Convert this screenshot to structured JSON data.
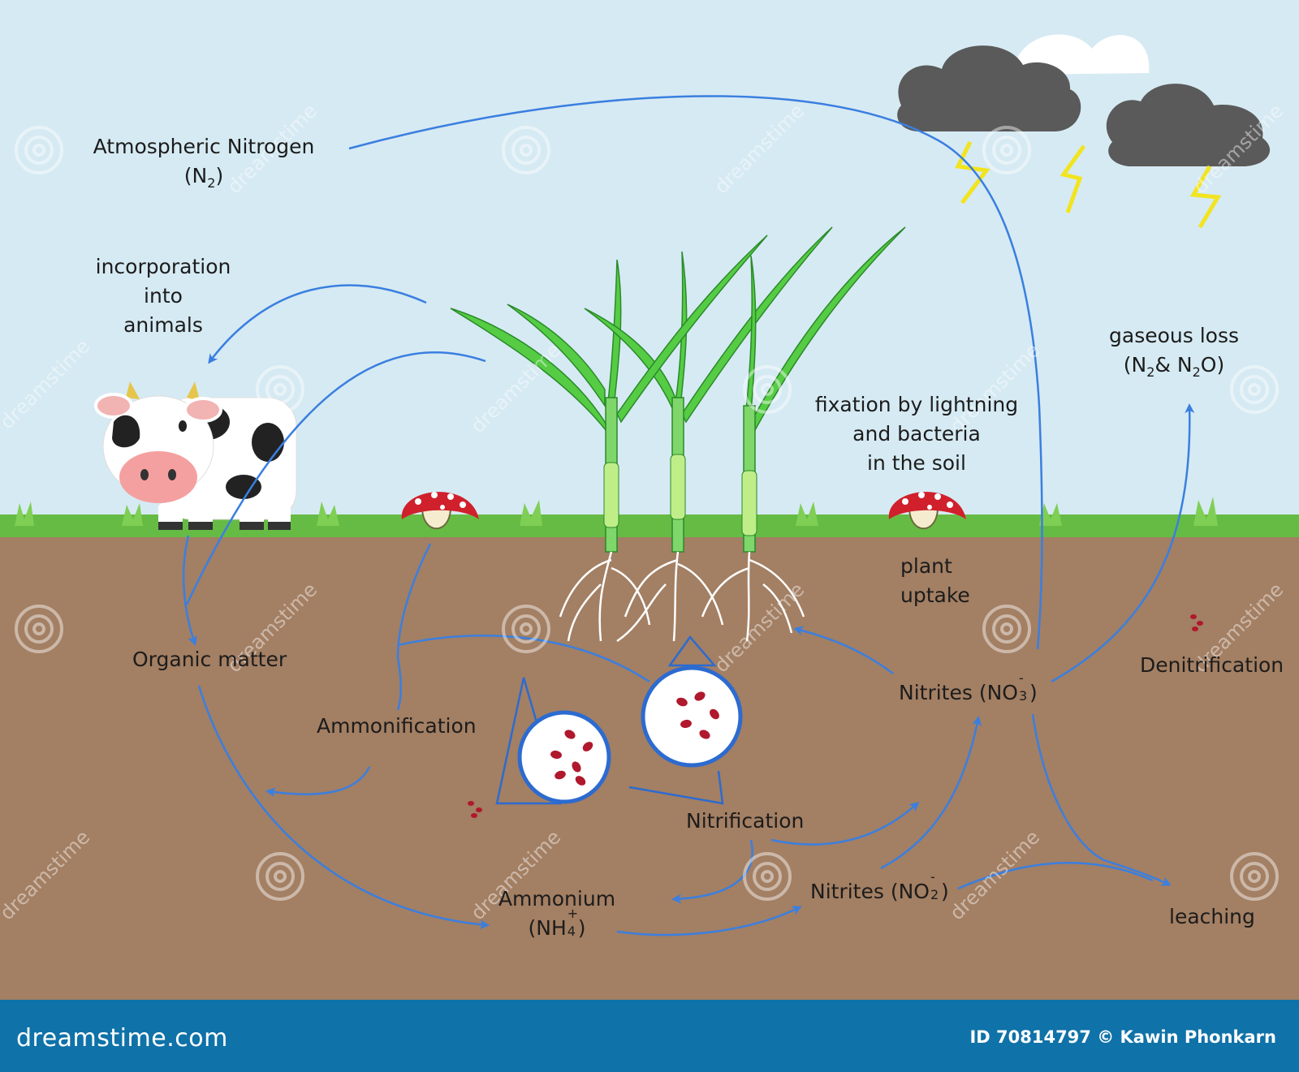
{
  "labels": {
    "atmospheric": "Atmospheric Nitrogen",
    "atmospheric_formula": {
      "open": "(N",
      "sub": "2",
      "close": ")"
    },
    "incorporation": [
      "incorporation",
      "into",
      "animals"
    ],
    "gaseous": "gaseous loss",
    "gaseous_formula": {
      "p1": "(N",
      "s1": "2",
      "mid": "& N",
      "s2": "2",
      "end": "O)"
    },
    "fixation": [
      "fixation by lightning",
      "and bacteria",
      "in the soil"
    ],
    "plant_uptake": [
      "plant",
      "uptake"
    ],
    "organic_matter": "Organic matter",
    "ammonification": "Ammonification",
    "nitrates": {
      "prefix": "Nitrites (NO",
      "sup": "-",
      "sub": "3",
      "close": ")"
    },
    "denitrification": "Denitrification",
    "nitrification": "Nitrification",
    "ammonium": "Ammonium",
    "ammonium_formula": {
      "prefix": "(NH",
      "sup": "+",
      "sub": "4",
      "close": ")"
    },
    "nitrites": {
      "prefix": "Nitrites (NO",
      "sup": "-",
      "sub": "2",
      "close": ")"
    },
    "leaching": "leaching"
  },
  "footer": {
    "brand": "dreamstime.com",
    "credit": "ID 70814797 © Kawin Phonkarn"
  },
  "watermark": "dreamstime",
  "colors": {
    "sky": "#d6eaf3",
    "grass": "#66bb44",
    "soil": "#a37f63",
    "arrow": "#3a7fe0",
    "footer": "#0f72a8",
    "cloud_dark": "#5a5a5a",
    "lightning": "#f2e41e",
    "leaf": "#55cc44"
  }
}
